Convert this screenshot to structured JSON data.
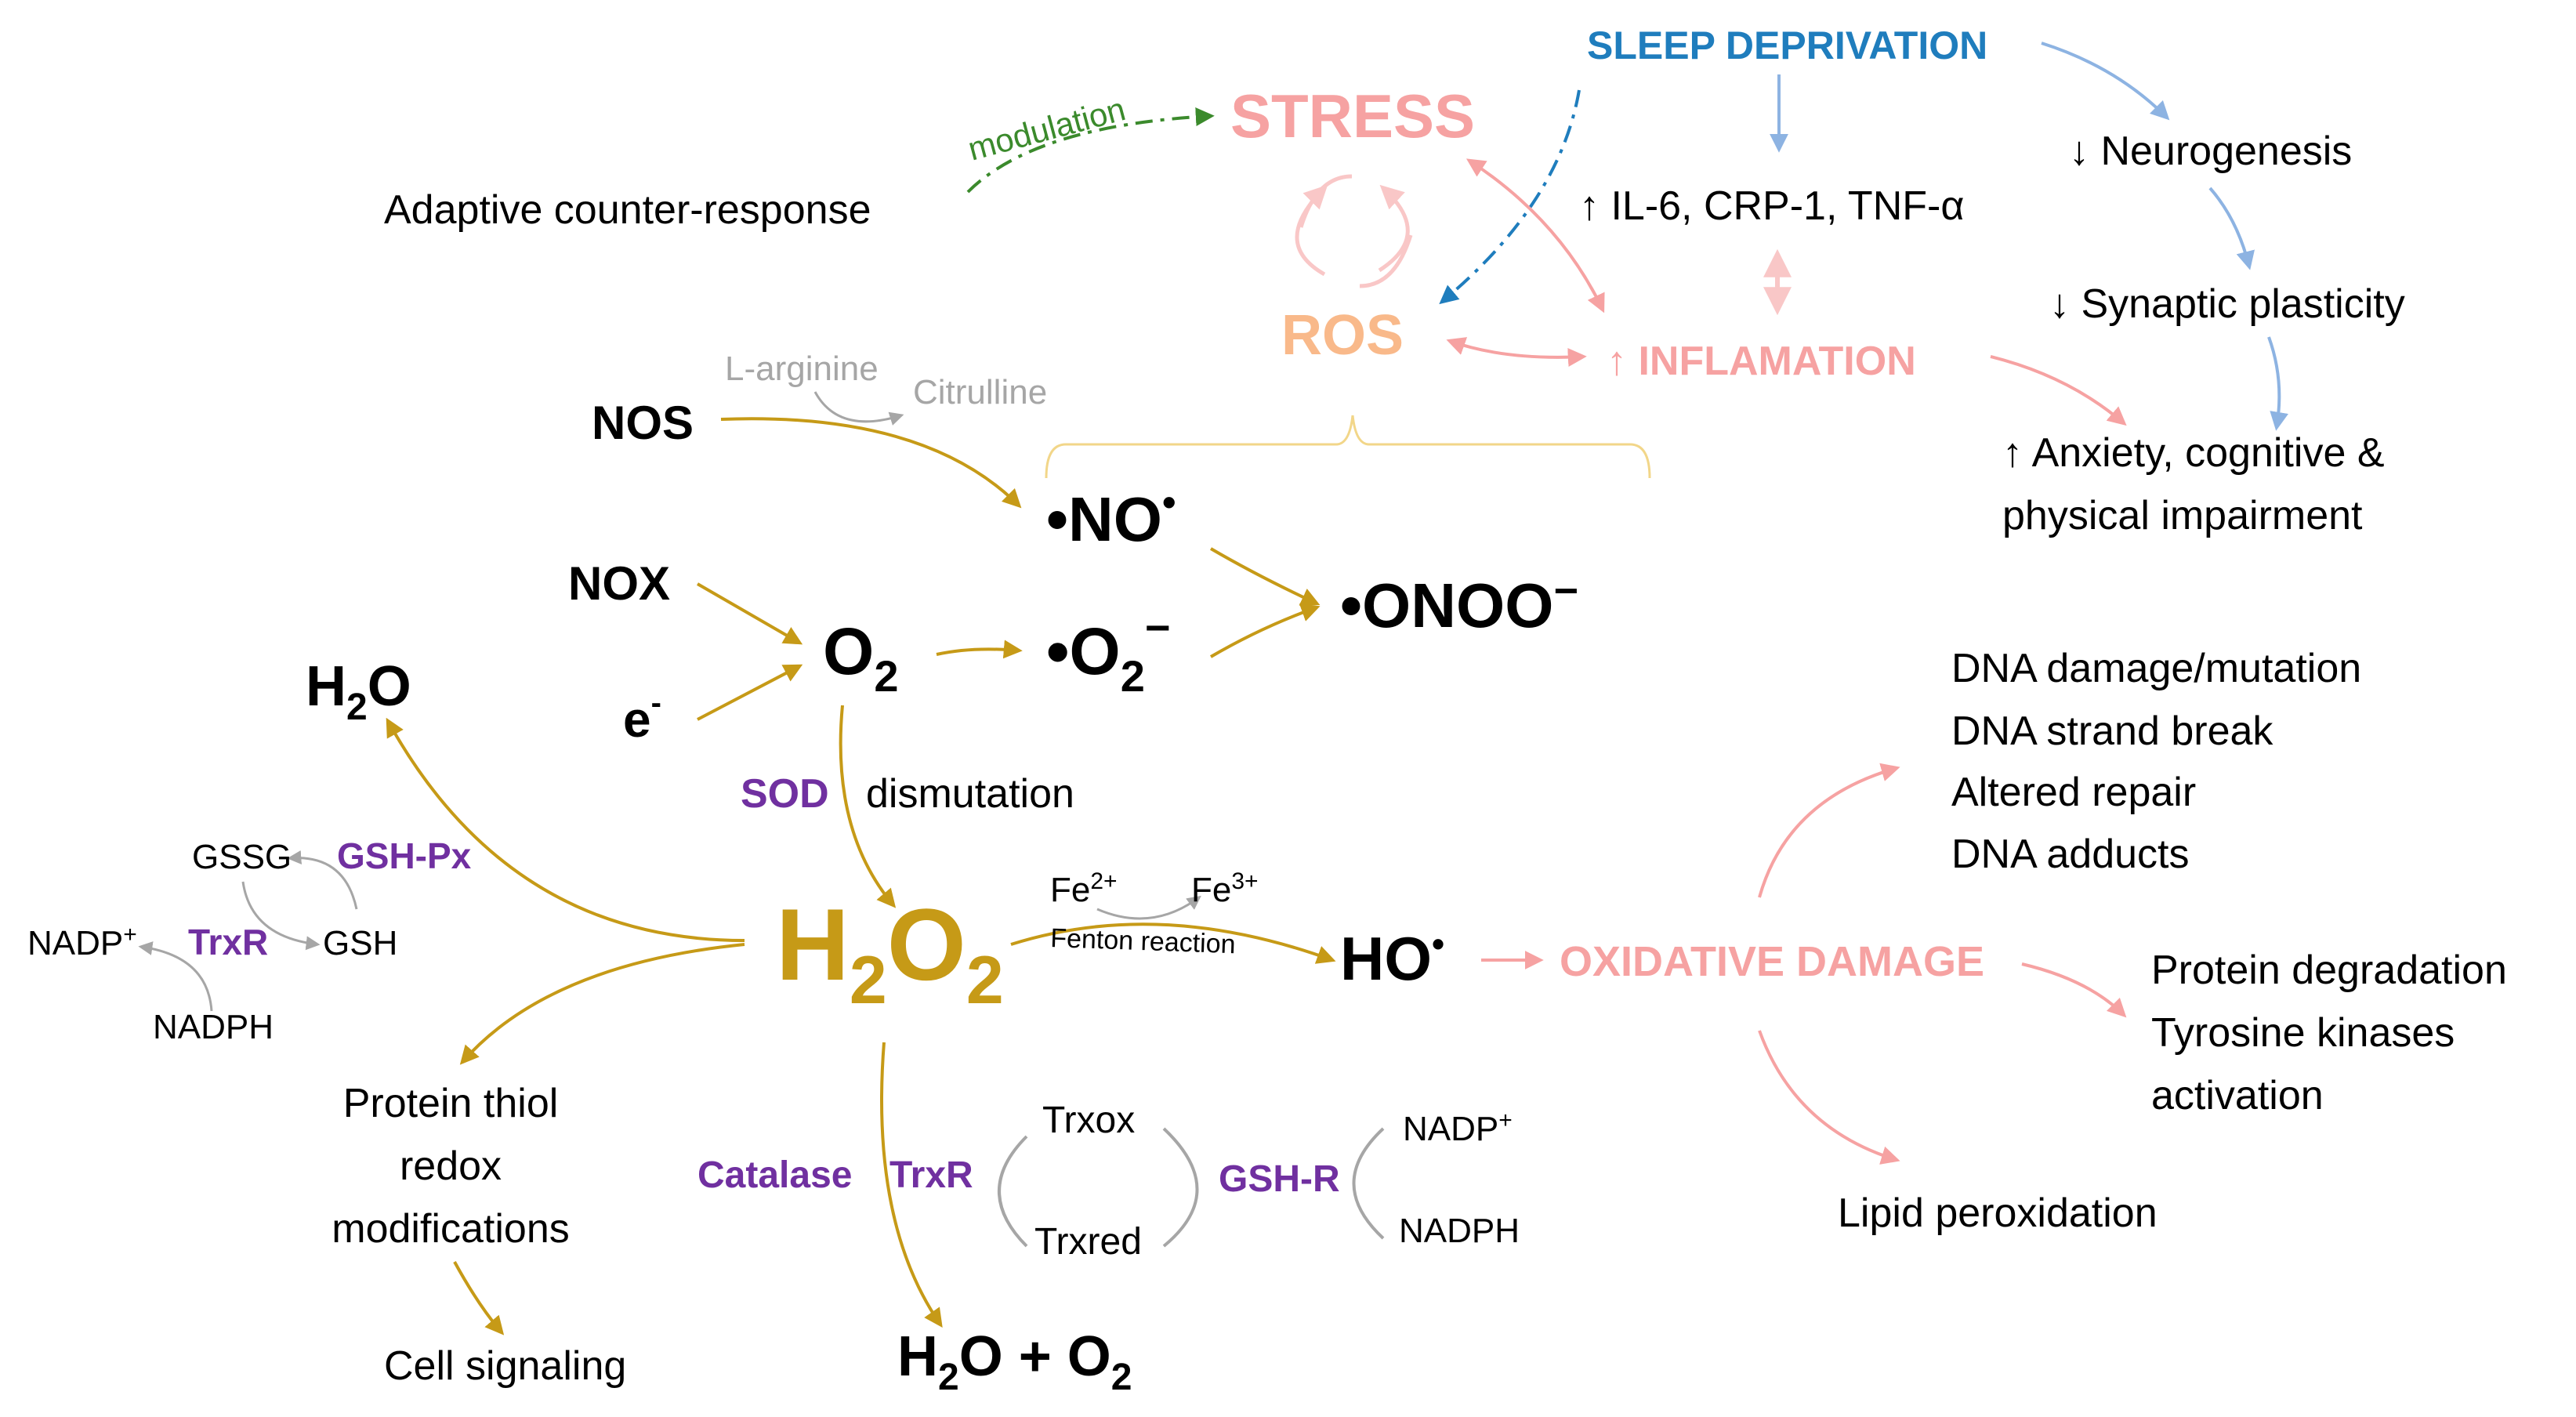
{
  "top": {
    "sleep_deprivation": "SLEEP DEPRIVATION",
    "stress": "STRESS",
    "ros": "ROS",
    "inflammation": "↑ INFLAMATION",
    "cytokines": "↑ IL-6, CRP-1, TNF-α",
    "adaptive": "Adaptive counter-response",
    "modulation": "modulation",
    "neurogenesis": "↓ Neurogenesis",
    "synaptic": "↓ Synaptic plasticity",
    "anxiety_line1": "↑ Anxiety, cognitive &",
    "anxiety_line2": "physical impairment"
  },
  "nitric": {
    "nos": "NOS",
    "l_arginine": "L-arginine",
    "citrulline": "Citrulline",
    "no_radical": "•NO",
    "nox": "NOX",
    "electron": "e",
    "electron_sup": "-",
    "o2": "O",
    "o2_sub": "2",
    "superoxide": "•O",
    "superoxide_sub": "2",
    "superoxide_sup": "−",
    "peroxynitrite": "•ONOO",
    "peroxynitrite_sup": "−"
  },
  "peroxide": {
    "sod": "SOD",
    "dismutation": "dismutation",
    "h2o2_h": "H",
    "h2o2_2a": "2",
    "h2o2_o": "O",
    "h2o2_2b": "2",
    "h2o_left": "H",
    "h2o_left_sub": "2",
    "h2o_left_o": "O",
    "fe2": "Fe",
    "fe2_sup": "2+",
    "fe3": "Fe",
    "fe3_sup": "3+",
    "fenton": "Fenton reaction",
    "ho": "HO",
    "ho_dot": "•",
    "oxidative_damage": "OXIDATIVE DAMAGE"
  },
  "glutathione": {
    "gssg": "GSSG",
    "gsh_px": "GSH-Px",
    "nadp_plus": "NADP",
    "nadp_plus_sup": "+",
    "trxr": "TrxR",
    "gsh": "GSH",
    "nadph": "NADPH"
  },
  "protein": {
    "thiol_line1": "Protein thiol",
    "thiol_line2": "redox",
    "thiol_line3": "modifications",
    "cell_signaling": "Cell signaling"
  },
  "thioredoxin": {
    "catalase": "Catalase",
    "trxr": "TrxR",
    "trxox": "Trxox",
    "trxred": "Trxred",
    "gsh_r": "GSH-R",
    "nadp_plus": "NADP",
    "nadp_plus_sup": "+",
    "nadph": "NADPH",
    "product": "H",
    "product_sub1": "2",
    "product_mid": "O + O",
    "product_sub2": "2"
  },
  "damage": {
    "dna": [
      "DNA damage/mutation",
      "DNA strand break",
      "Altered repair",
      "DNA adducts"
    ],
    "protein": [
      "Protein degradation",
      "Tyrosine kinases",
      "activation"
    ],
    "lipid": "Lipid peroxidation"
  },
  "colors": {
    "gold": "#c69a17",
    "pink": "#f6a2a2",
    "blue": "#1f7dbd",
    "light_blue": "#8db3e2",
    "purple": "#7030a0",
    "green": "#3b8a2c",
    "gray": "#a6a6a6",
    "black": "#000000"
  }
}
